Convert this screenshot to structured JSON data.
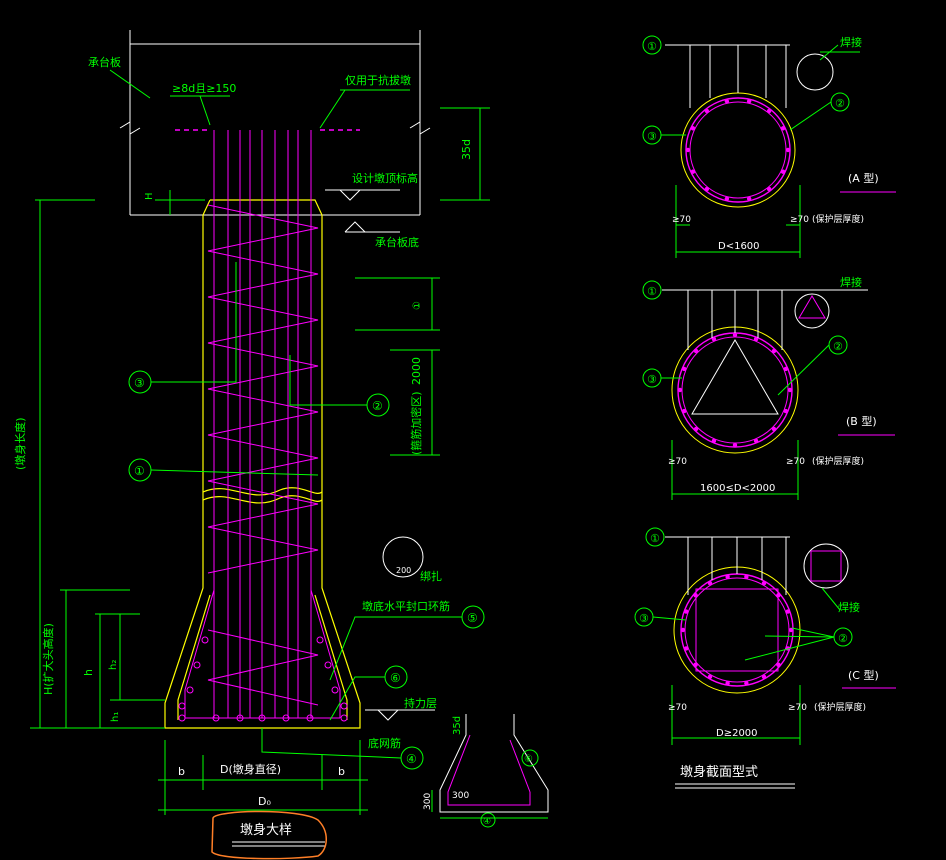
{
  "colors": {
    "background": "#000000",
    "structure": "#ffff00",
    "rebar": "#ff00ff",
    "dimension": "#00ff00",
    "leader": "#ffffff",
    "highlight": "#ff7f27"
  },
  "main_detail": {
    "title": "墩身大样",
    "cap_label": "承台板",
    "anchor_label": "≥8d且≥150",
    "anti_pull_label": "仅用于抗拔墩",
    "design_top_label": "设计墩顶标高",
    "cap_bottom_label": "承台板底",
    "dim_35d": "35d",
    "dim_H": "H",
    "dim_2000": "2000",
    "stirrup_label": "(箍筋加密区)",
    "total_length_label": "(墩身长度)",
    "bell_height_label": "H(扩大头高度)",
    "dim_h": "h",
    "dim_h2": "h₂",
    "dim_h1": "h₁",
    "dim_b": "b",
    "dim_D_label": "D(墩身直径)",
    "dim_D0": "D₀",
    "circle_200": "200",
    "tie_label": "绑扎",
    "bottom_ring_label": "墩底水平封口环筋",
    "bottom_layer_label": "持力层",
    "bottom_mesh_label": "底网筋",
    "callouts": [
      "①",
      "②",
      "③",
      "④",
      "⑤",
      "⑥"
    ]
  },
  "small_detail": {
    "dim_35d": "35d",
    "dim_300a": "300",
    "dim_300b": "300",
    "callout_4": "④",
    "callout_6": "⑥"
  },
  "sections": {
    "title": "墩身截面型式",
    "weld_label": "焊接",
    "A": {
      "label": "(A 型)",
      "dim": "D<1600",
      "left_cover": "≥70",
      "right_cover": "≥70",
      "cover_note": "(保护层厚度)"
    },
    "B": {
      "label": "(B 型)",
      "dim": "1600≤D<2000",
      "left_cover": "≥70",
      "right_cover": "≥70",
      "cover_note": "(保护层厚度)"
    },
    "C": {
      "label": "(C 型)",
      "dim": "D≥2000",
      "left_cover": "≥70",
      "right_cover": "≥70",
      "cover_note": "(保护层厚度)"
    },
    "callout_1": "①",
    "callout_2": "②",
    "callout_3": "③"
  }
}
